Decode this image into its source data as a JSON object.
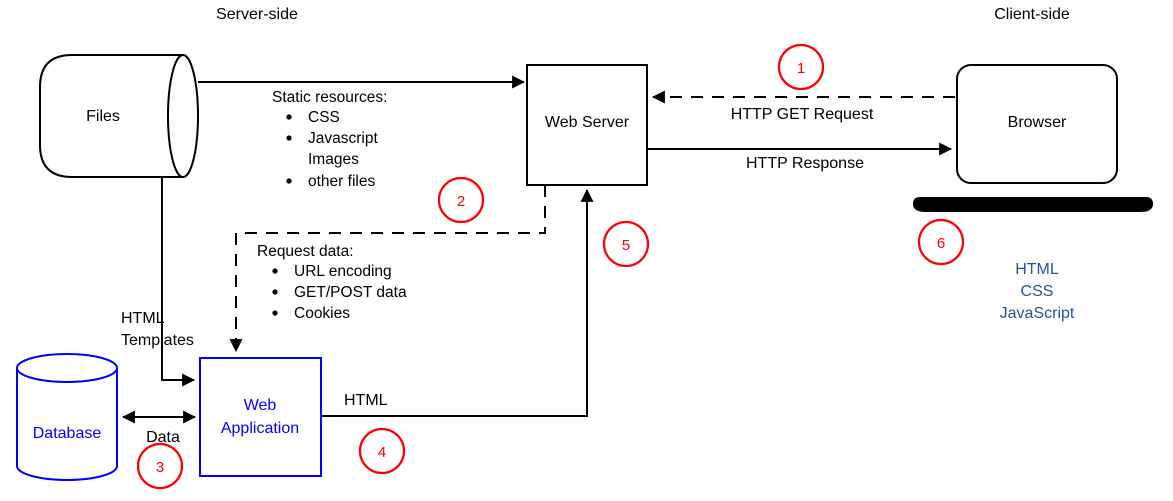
{
  "titles": {
    "server_side": "Server-side",
    "client_side": "Client-side"
  },
  "nodes": {
    "files": {
      "label": "Files"
    },
    "web_server": {
      "label": "Web Server"
    },
    "browser": {
      "label": "Browser"
    },
    "database": {
      "label": "Database"
    },
    "web_application": {
      "line1": "Web",
      "line2": "Application"
    }
  },
  "edge_labels": {
    "http_get_request": "HTTP GET Request",
    "http_response": "HTTP Response",
    "html_templates_line1": "HTML",
    "html_templates_line2": "Templates",
    "data": "Data",
    "html": "HTML"
  },
  "static_resources": {
    "title": "Static resources:",
    "items": {
      "0": "CSS",
      "1": "Javascript",
      "2": "Images",
      "3": "other files"
    }
  },
  "request_data": {
    "title": "Request data:",
    "items": {
      "0": "URL encoding",
      "1": "GET/POST data",
      "2": "Cookies"
    }
  },
  "client_stack": {
    "0": "HTML",
    "1": "CSS",
    "2": "JavaScript"
  },
  "steps": {
    "0": "1",
    "1": "2",
    "2": "3",
    "3": "4",
    "4": "5",
    "5": "6"
  },
  "colors": {
    "diagram_line": "#000000",
    "node_blue": "#0000ff",
    "step_red": "#ff0000",
    "client_stack_blue": "#24549b",
    "background": "#ffffff"
  }
}
